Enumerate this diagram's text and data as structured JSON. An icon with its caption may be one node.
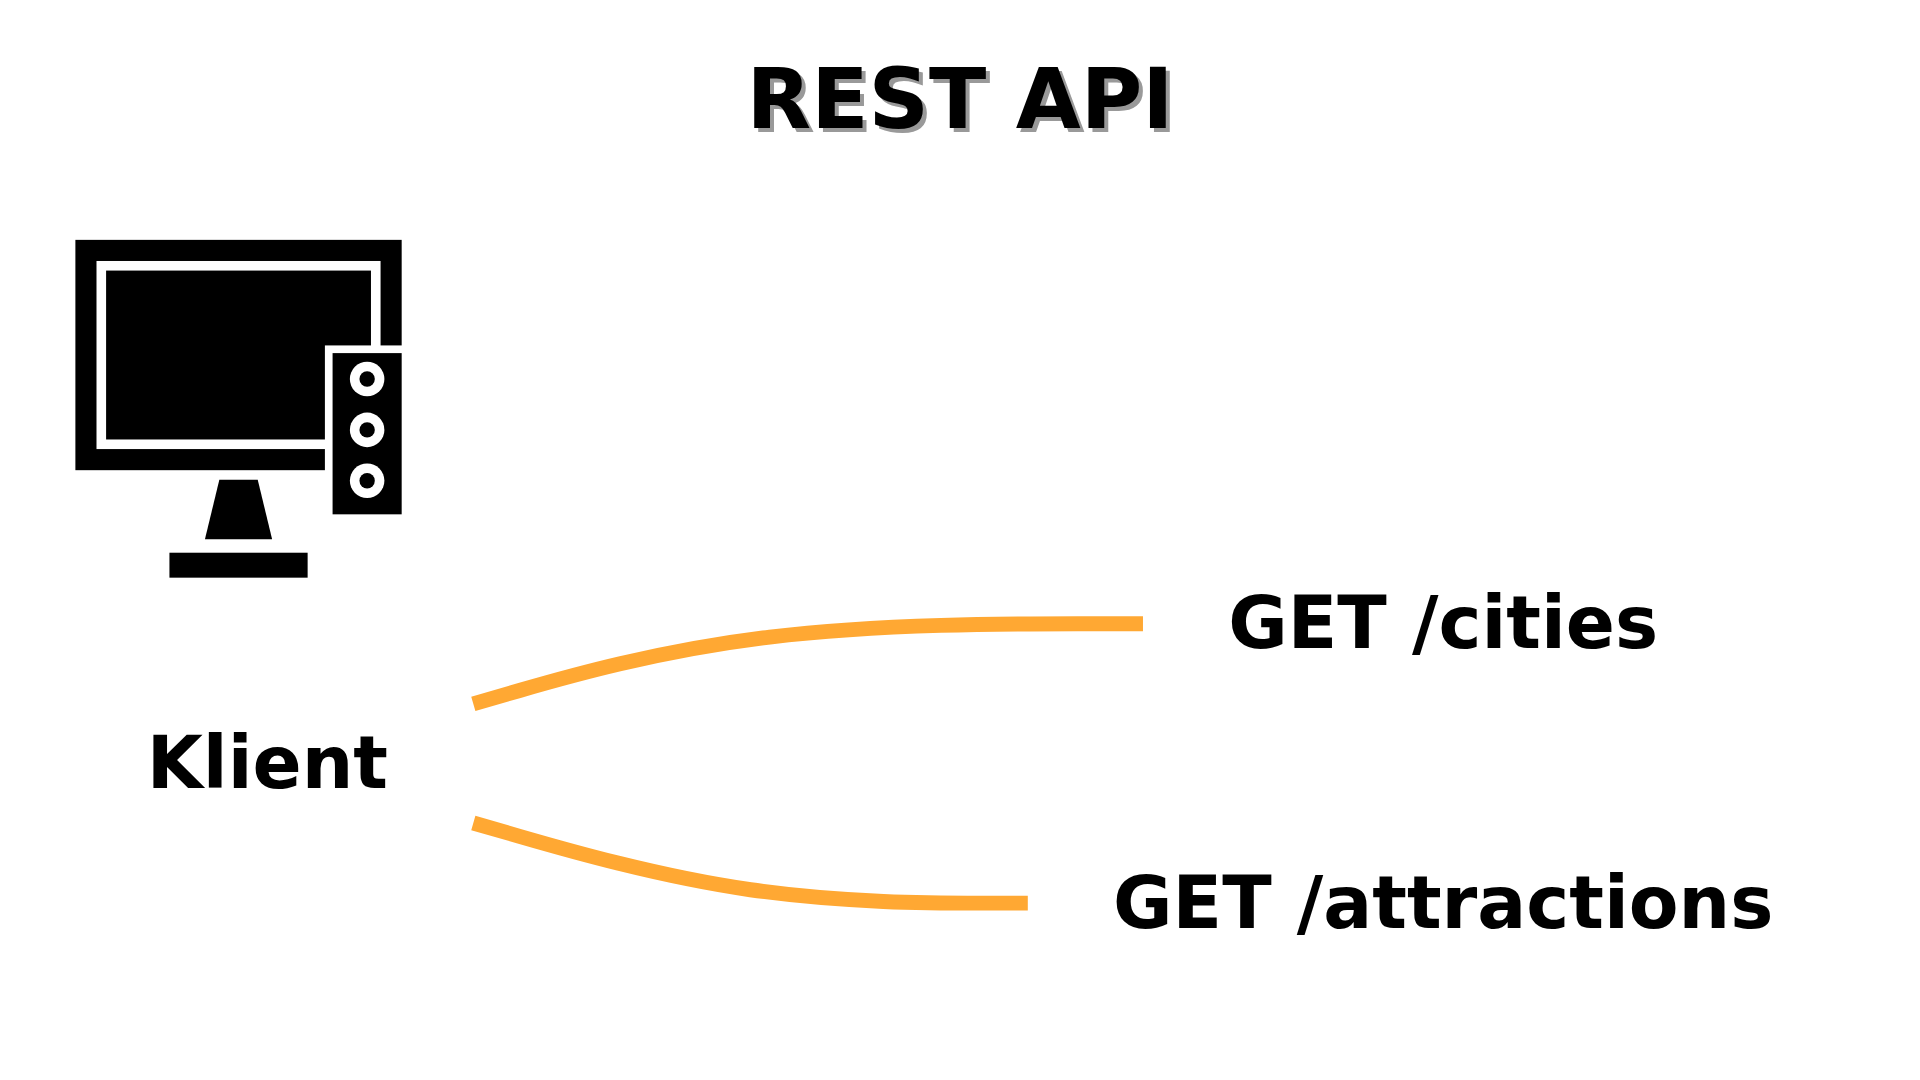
{
  "diagram": {
    "title": "REST API",
    "nodes": [
      {
        "text": [],
        "shape": "picture",
        "beside": [
          "Klient"
        ]
      },
      {
        "text": [
          "GET /cities"
        ]
      },
      {
        "text": [
          "GET /attractions"
        ]
      }
    ],
    "edges": [
      {
        "from": 0,
        "to": 1,
        "arrow": "none"
      },
      {
        "from": 0,
        "to": 2,
        "arrow": "none"
      }
    ]
  }
}
